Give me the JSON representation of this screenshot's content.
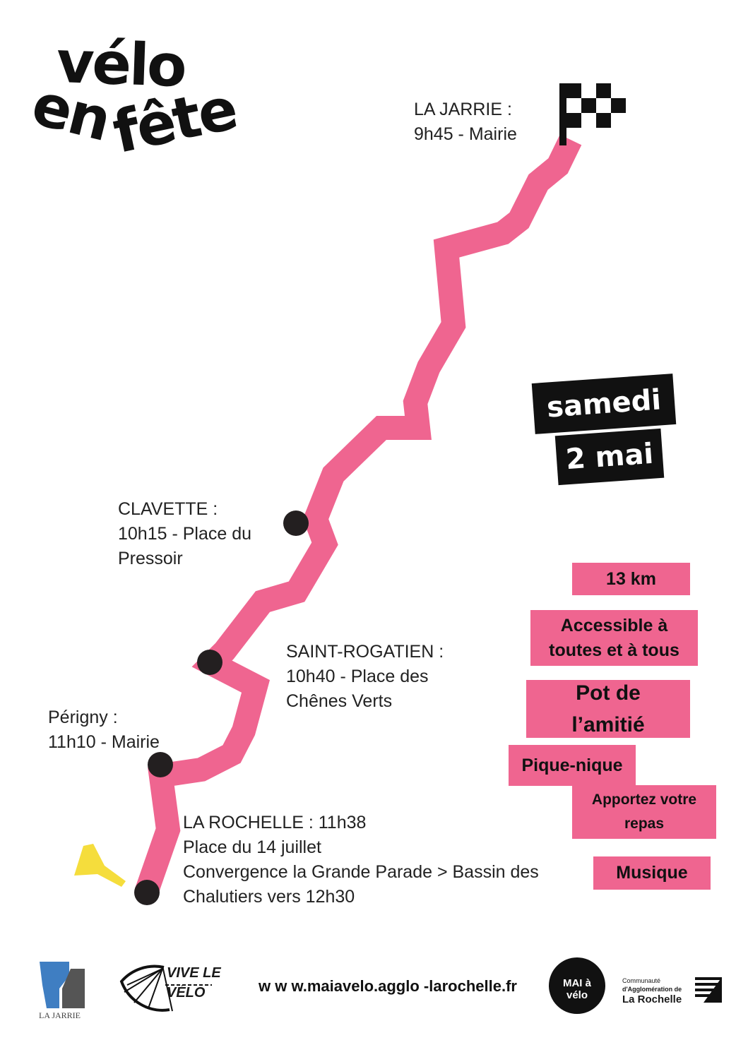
{
  "title": {
    "line1": "vélo",
    "line2a": "en",
    "line2b": "fête"
  },
  "date": {
    "day": "samedi",
    "date": "2 mai"
  },
  "stops": [
    {
      "name": "LA JARRIE :",
      "detail": "9h45 - Mairie"
    },
    {
      "name": "CLAVETTE :",
      "detail": "10h15 - Place du\nPressoir"
    },
    {
      "name": "SAINT-ROGATIEN :",
      "detail": "10h40  -  Place  des\nChênes Verts"
    },
    {
      "name": "Périgny :",
      "detail": "11h10 - Mairie"
    },
    {
      "name": "LA ROCHELLE : 11h38",
      "detail": "Place du 14 juillet\nConvergence la Grande Parade > Bassin des\nChalutiers vers 12h30"
    }
  ],
  "info": {
    "distance": "13 km",
    "accessible": "Accessible à\ntoutes et à tous",
    "pot": "Pot de\nl’amitié",
    "picnic": "Pique-nique",
    "bring": "Apportez votre\nrepas",
    "music": "Musique"
  },
  "footer": {
    "la_jarrie": "LA JARRIE",
    "vive_le_velo": "VIVE LE\nVÉLO",
    "url": "w w w.maiavelo.agglo -larochelle.fr",
    "mai_a_velo": "MAI à vélo",
    "agglo_line1": "Communauté",
    "agglo_line2": "d'Agglomération de",
    "agglo_line3": "La Rochelle"
  },
  "colors": {
    "route": "#ef6590",
    "accent_yellow": "#f5dd3c",
    "black": "#111111"
  }
}
